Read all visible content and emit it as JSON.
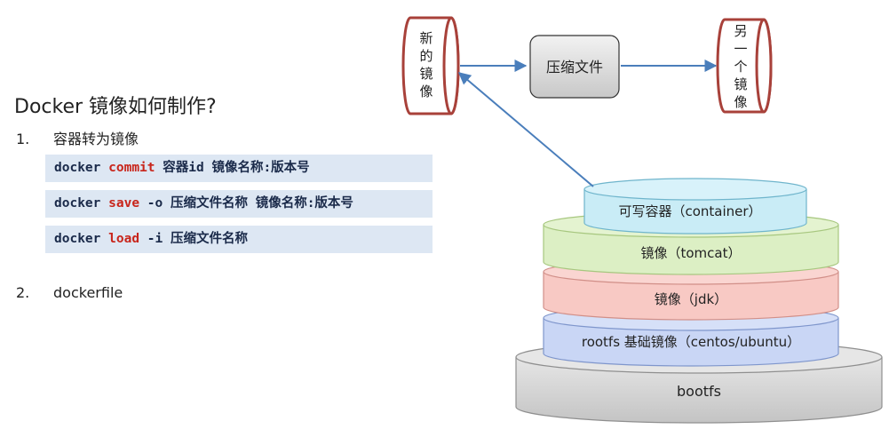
{
  "title": "Docker 镜像如何制作?",
  "steps": [
    {
      "num": "1.",
      "label": "容器转为镜像"
    },
    {
      "num": "2.",
      "label": "dockerfile"
    }
  ],
  "commands": [
    {
      "cmd": "docker",
      "kw": "commit",
      "args": "容器id 镜像名称:版本号"
    },
    {
      "cmd": "docker",
      "kw": "save",
      "args": "-o 压缩文件名称 镜像名称:版本号"
    },
    {
      "cmd": "docker",
      "kw": "load",
      "args": "-i 压缩文件名称"
    }
  ],
  "diagram": {
    "new_image_chars": [
      "新",
      "的",
      "镜",
      "像"
    ],
    "compress_label": "压缩文件",
    "other_image_chars": [
      "另",
      "一",
      "个",
      "镜",
      "像"
    ],
    "layers": {
      "container": "可写容器（container）",
      "tomcat": "镜像（tomcat）",
      "jdk": "镜像（jdk）",
      "rootfs": "rootfs 基础镜像（centos/ubuntu）",
      "bootfs": "bootfs"
    },
    "colors": {
      "cylinder_border": "#a8413a",
      "arrow": "#4a7ebb",
      "container_fill": "#c9ecf6",
      "tomcat_fill": "#dcefc4",
      "jdk_fill": "#f8c9c4",
      "rootfs_fill": "#c9d6f5",
      "bootfs_fill": "#d8d8d8"
    }
  }
}
